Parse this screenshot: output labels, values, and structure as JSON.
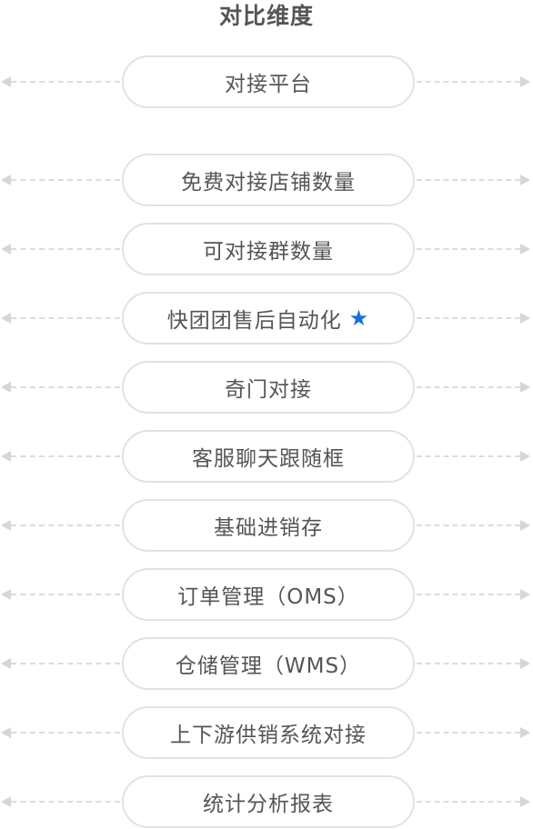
{
  "header": {
    "title": "对比维度"
  },
  "rows": [
    {
      "label": "对接平台"
    },
    {
      "label": "免费对接店铺数量"
    },
    {
      "label": "可对接群数量"
    },
    {
      "label": "快团团售后自动化",
      "star": "★"
    },
    {
      "label": "奇门对接"
    },
    {
      "label": "客服聊天跟随框"
    },
    {
      "label": "基础进销存"
    },
    {
      "label": "订单管理（OMS）"
    },
    {
      "label": "仓储管理（WMS）"
    },
    {
      "label": "上下游供销系统对接"
    },
    {
      "label": "统计分析报表"
    }
  ],
  "colors": {
    "text": "#555555",
    "border": "#e2e2e2",
    "connector": "#dcdcdc",
    "accent_star": "#1a6fdc"
  },
  "icons": {
    "highlight": "star-icon",
    "connector_end": "arrow-icon"
  }
}
